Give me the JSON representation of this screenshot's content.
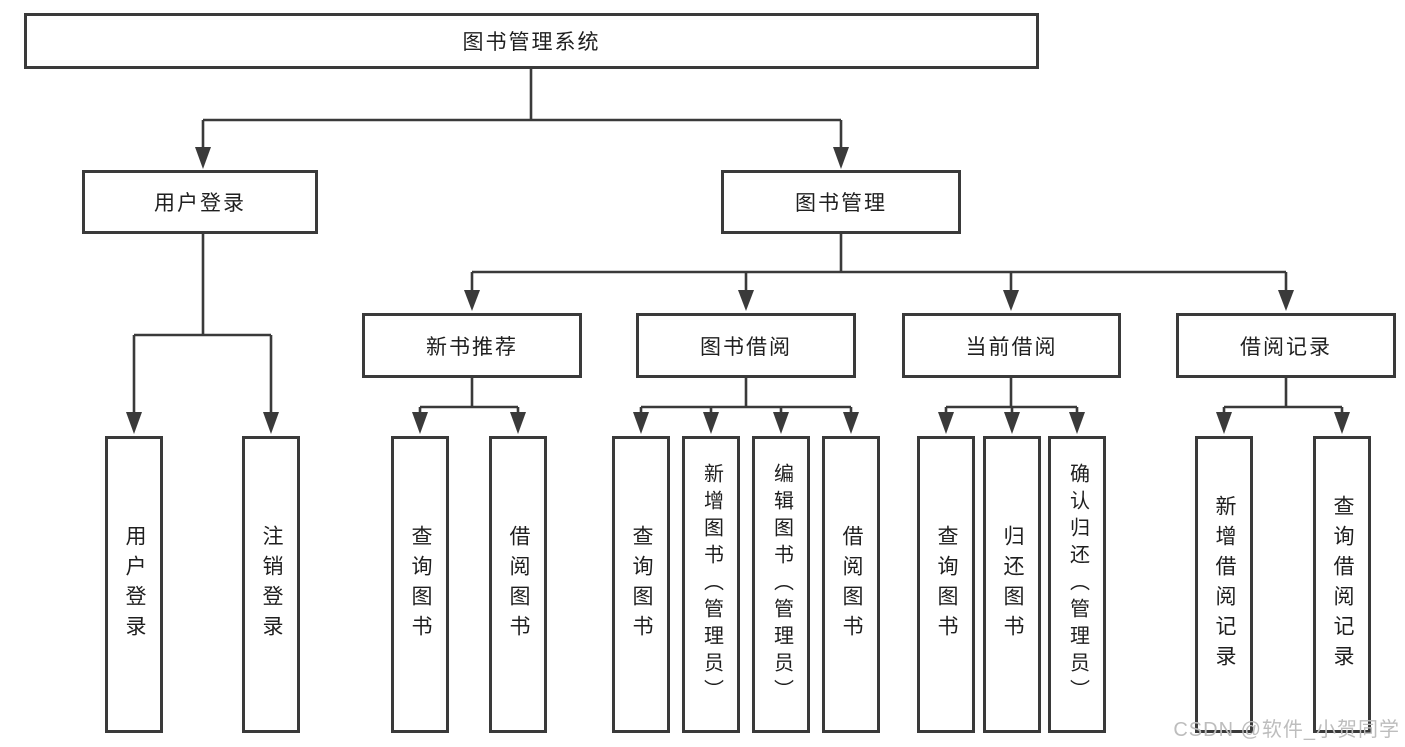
{
  "diagram": {
    "root": "图书管理系统",
    "branches": [
      {
        "label": "用户登录",
        "children": [
          "用户登录",
          "注销登录"
        ]
      },
      {
        "label": "图书管理",
        "children": [
          {
            "label": "新书推荐",
            "children": [
              "查询图书",
              "借阅图书"
            ]
          },
          {
            "label": "图书借阅",
            "children": [
              "查询图书",
              "新增图书（管理员）",
              "编辑图书（管理员）",
              "借阅图书"
            ]
          },
          {
            "label": "当前借阅",
            "children": [
              "查询图书",
              "归还图书",
              "确认归还（管理员）"
            ]
          },
          {
            "label": "借阅记录",
            "children": [
              "新增借阅记录",
              "查询借阅记录"
            ]
          }
        ]
      }
    ]
  },
  "watermark": "CSDN @软件_小贺同学",
  "colors": {
    "line": "#3a3a3a",
    "box_border": "#3a3a3a",
    "text": "#1f1f1f",
    "watermark": "#bdbdbd",
    "background": "#ffffff"
  }
}
